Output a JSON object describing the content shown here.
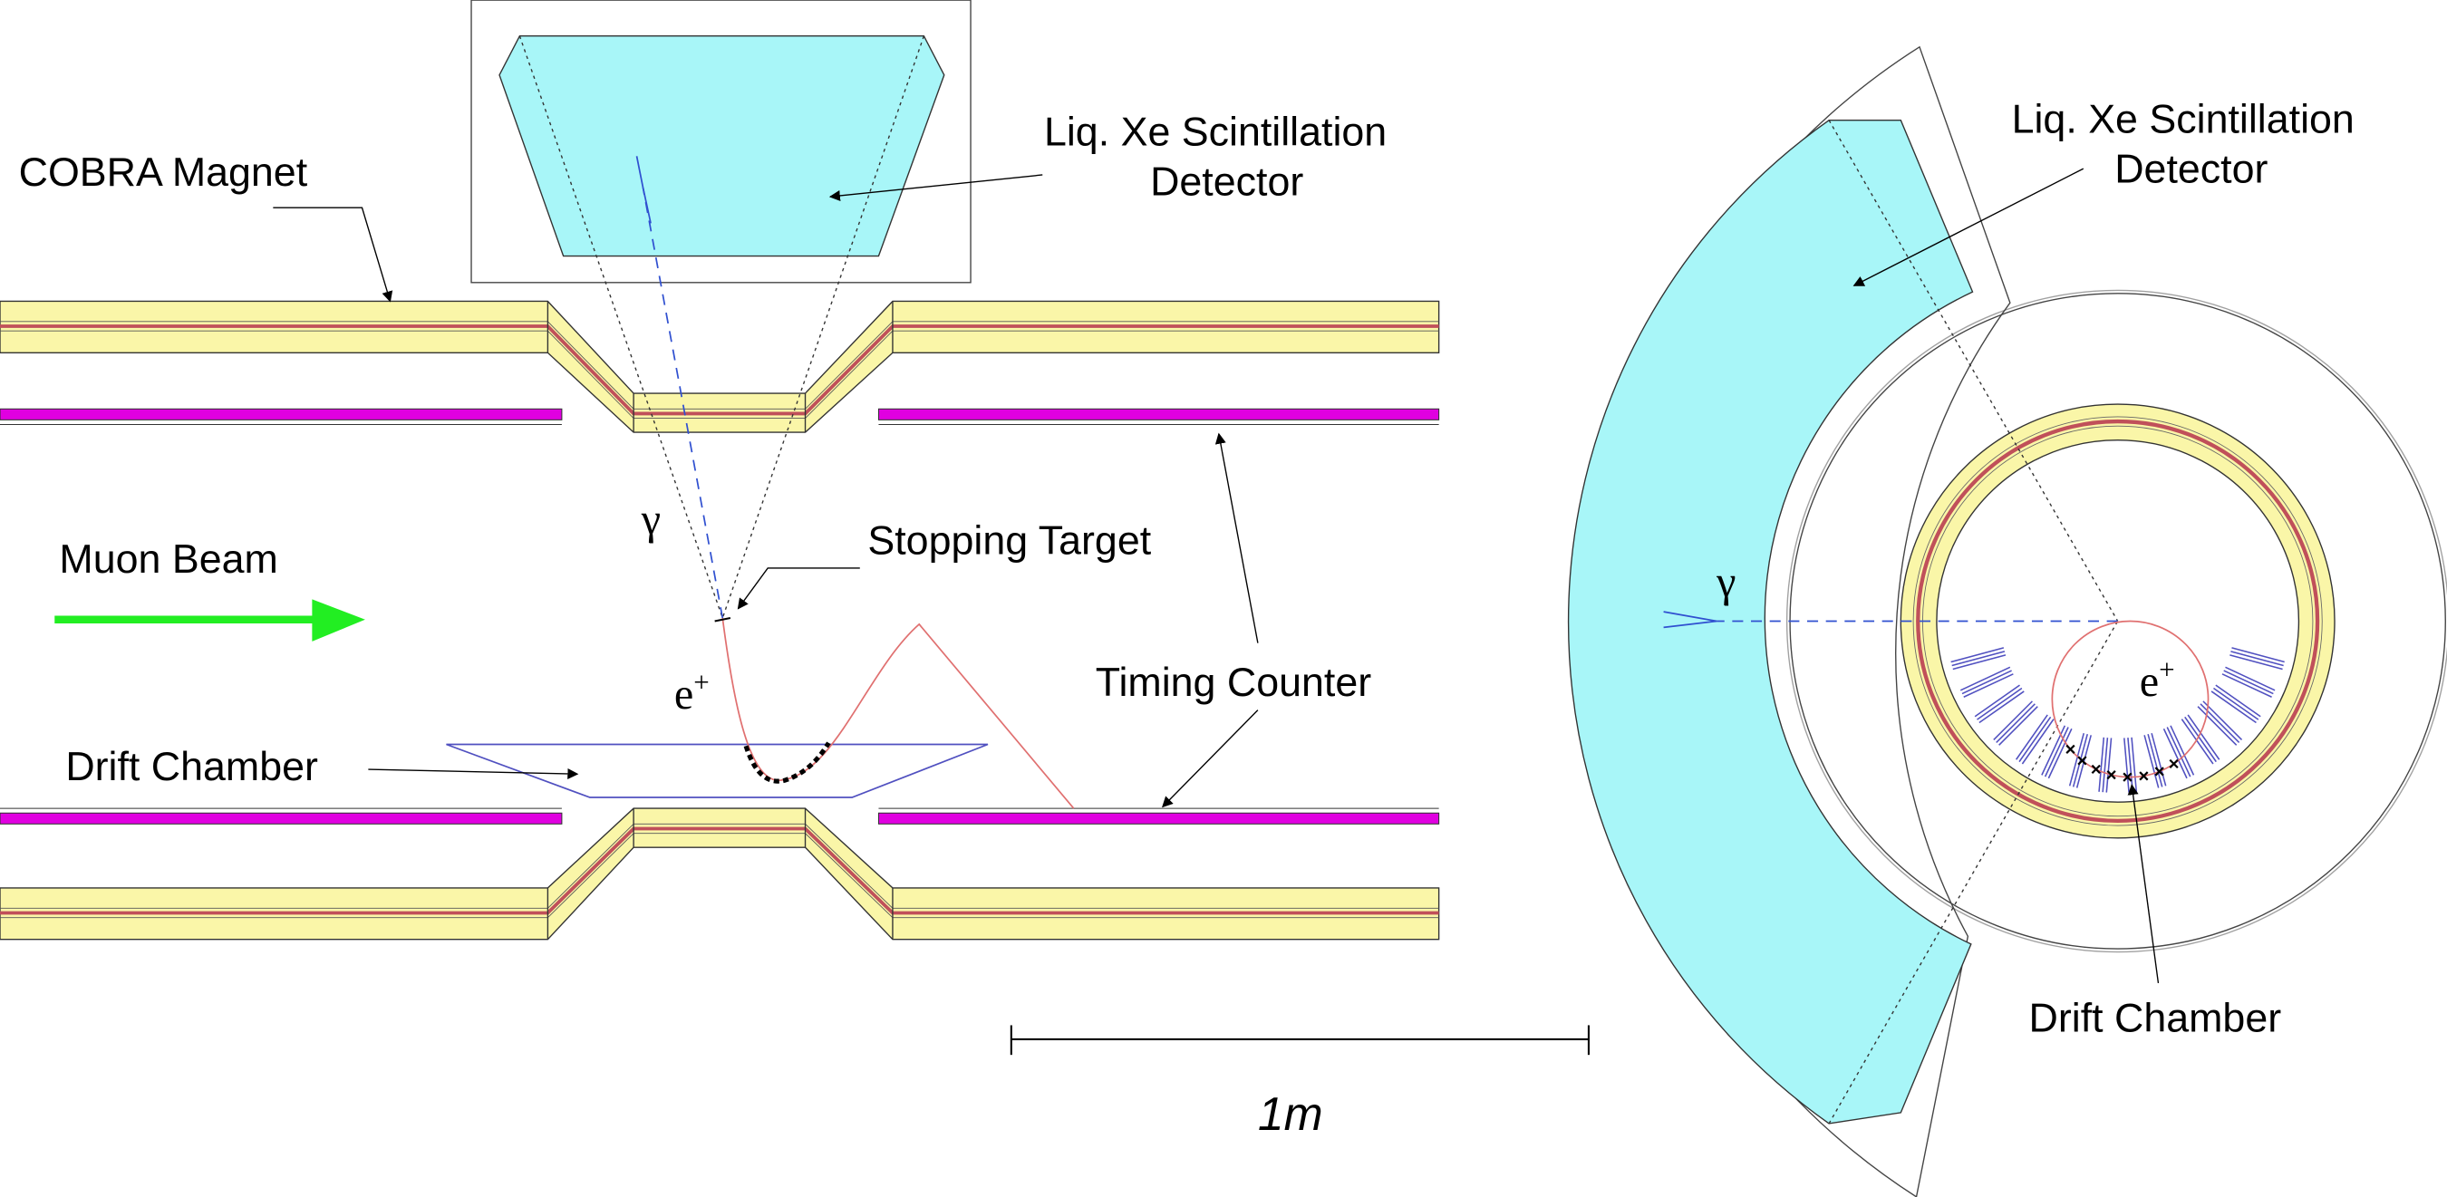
{
  "colors": {
    "magnet": "#faf6a8",
    "magnet_stripe": "#c0505a",
    "xenon": "#a8f6f8",
    "timing_counter": "#e000e0",
    "beam": "#22ee22",
    "drift_chamber": "#5050c0",
    "positron_track": "#e07070",
    "gamma_track": "#3050d0",
    "outline": "#333333"
  },
  "labels": {
    "cobra_magnet": "COBRA Magnet",
    "lxe_side_line1": "Liq. Xe Scintillation",
    "lxe_side_line2": "Detector",
    "muon_beam": "Muon Beam",
    "stopping_target": "Stopping Target",
    "timing_counter": "Timing Counter",
    "drift_chamber_side": "Drift Chamber",
    "lxe_end_line1": "Liq. Xe Scintillation",
    "lxe_end_line2": "Detector",
    "drift_chamber_end": "Drift Chamber",
    "gamma_side": "γ",
    "gamma_end": "γ",
    "positron_side": "e",
    "positron_end": "e",
    "plus": "+",
    "scale": "1m"
  }
}
